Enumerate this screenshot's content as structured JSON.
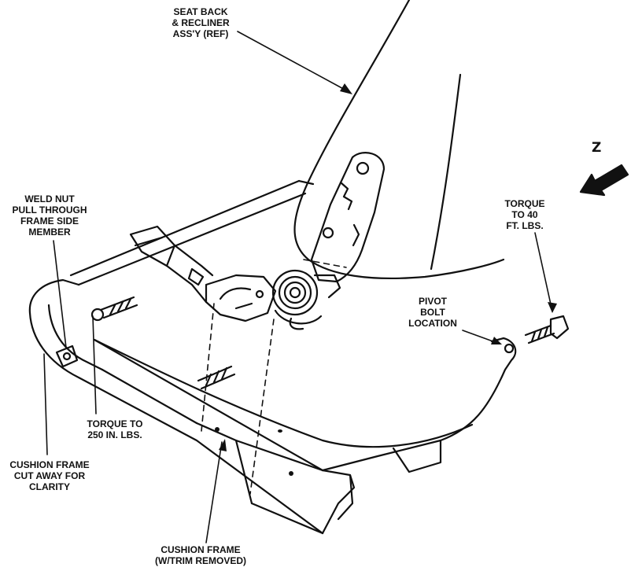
{
  "diagram": {
    "view_marker": "Z",
    "colors": {
      "ink": "#111111",
      "paper": "#ffffff"
    },
    "labels": {
      "seat_back": "SEAT BACK\n& RECLINER\nASS'Y (REF)",
      "weld_nut": "WELD NUT\nPULL THROUGH\nFRAME SIDE\nMEMBER",
      "torque_40": "TORQUE\nTO 40\nFT. LBS.",
      "pivot_bolt": "PIVOT\nBOLT\nLOCATION",
      "torque_250": "TORQUE TO\n250 IN. LBS.",
      "cushion_cutaway": "CUSHION FRAME\nCUT AWAY FOR\nCLARITY",
      "cushion_frame": "CUSHION FRAME\n(W/TRIM REMOVED)"
    }
  }
}
